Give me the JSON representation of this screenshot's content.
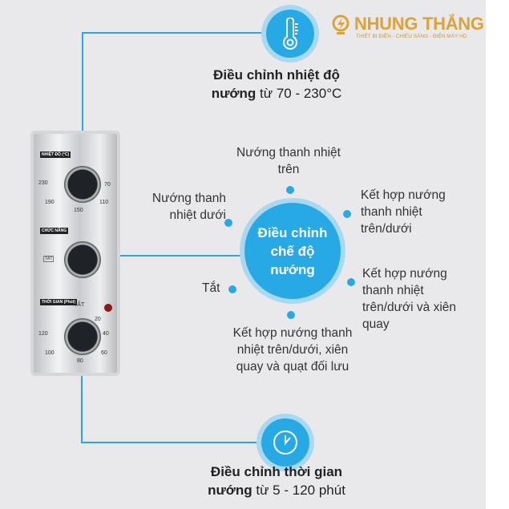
{
  "brand": {
    "name": "NHUNG THẮNG",
    "tagline": "THIẾT BỊ ĐIỆN - CHIẾU SÁNG - ĐIỆN MÁY HD",
    "color": "#d9a43a"
  },
  "accent": "#27a9e6",
  "panel": {
    "temp_label": "NHIỆT ĐỘ (°C)",
    "temp_ticks": [
      "230",
      "70",
      "190",
      "110",
      "150"
    ],
    "func_label": "CHỨC NĂNG",
    "func_off": "TẮT",
    "time_label": "THỜI GIAN (Phút)",
    "time_off": "TẮT",
    "time_ticks": [
      "20",
      "40",
      "60",
      "80",
      "100",
      "120"
    ]
  },
  "temp": {
    "icon": "thermometer-icon",
    "title": "Điều chỉnh nhiệt độ",
    "bold2": "nướng",
    "rest": " từ 70 - 230°C"
  },
  "mode": {
    "center_title": "Điều chỉnh chế độ nướng",
    "options": [
      "Nướng thanh nhiệt trên",
      "Kết hợp nướng thanh nhiệt trên/dưới",
      "Kết hợp nướng thanh nhiệt trên/dưới và xiên quay",
      "Kết hợp nướng thanh nhiệt trên/dưới, xiên quay và quạt đối lưu",
      "Tắt",
      "Nướng thanh nhiệt dưới"
    ]
  },
  "time": {
    "icon": "clock-icon",
    "title": "Điều chỉnh thời gian",
    "bold2": "nướng",
    "rest": " từ 5 - 120 phút"
  }
}
